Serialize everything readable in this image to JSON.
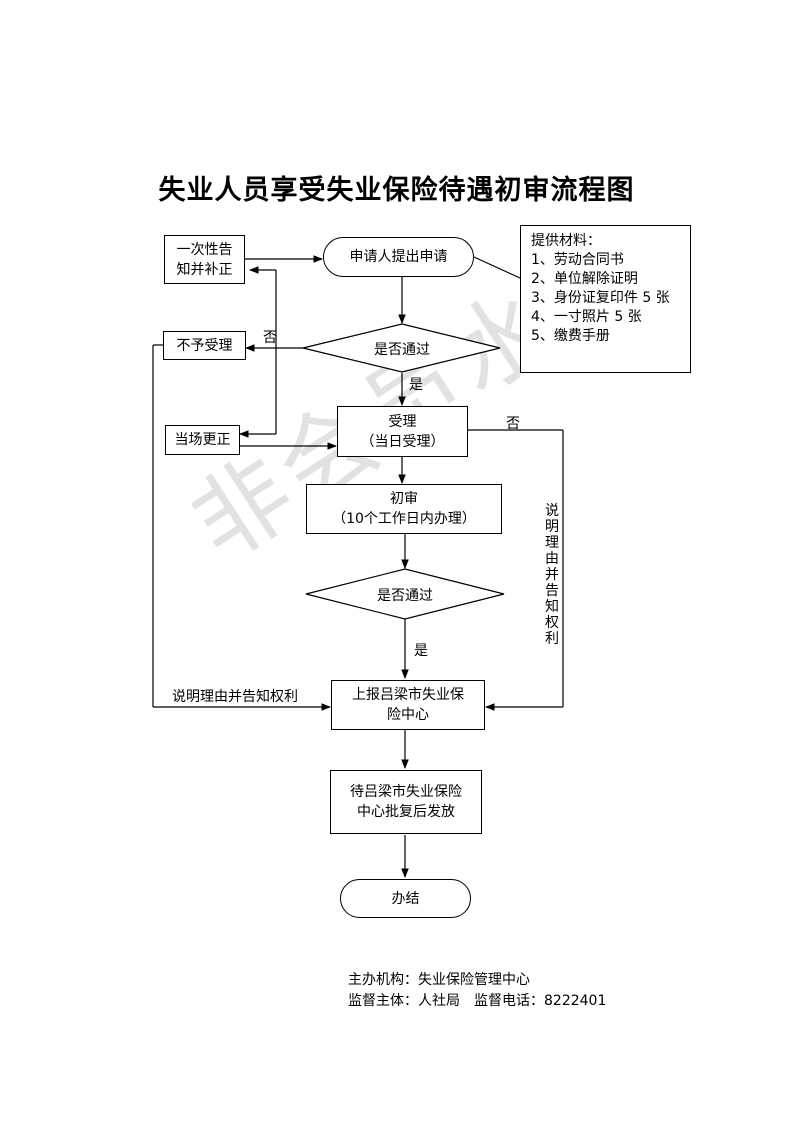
{
  "title": "失业人员享受失业保险待遇初审流程图",
  "watermark": "非会员水印",
  "nodes": {
    "apply": "申请人提出申请",
    "notify_correct": [
      "一次性告",
      "知并补正"
    ],
    "reject": "不予受理",
    "decision1": "是否通过",
    "on_site_correct": "当场更正",
    "accept": [
      "受理",
      "（当日受理）"
    ],
    "initial_review": [
      "初审",
      "（10个工作日内办理）"
    ],
    "decision2": "是否通过",
    "report": [
      "上报吕梁市失业保",
      "险中心"
    ],
    "await": [
      "待吕梁市失业保险",
      "中心批复后发放"
    ],
    "done": "办结"
  },
  "materials": {
    "heading": "提供材料：",
    "items": [
      "1、劳动合同书",
      "2、单位解除证明",
      "3、身份证复印件 5 张",
      "4、一寸照片 5 张",
      "5、缴费手册"
    ]
  },
  "labels": {
    "no1": "否",
    "yes1": "是",
    "no2": "否",
    "yes2": "是",
    "explain_left": "说明理由并告知权利",
    "explain_right": "说明理由并告知权利"
  },
  "footer": {
    "organizer": "主办机构：失业保险管理中心",
    "supervisor": "监督主体：人社局　监督电话：8222401"
  }
}
